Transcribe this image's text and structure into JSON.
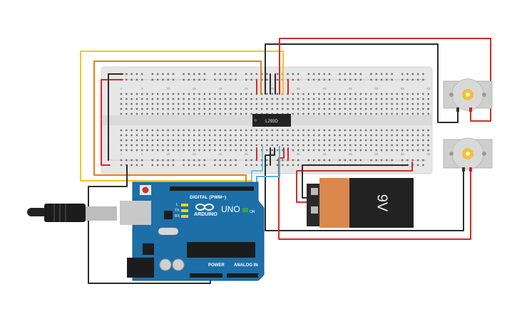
{
  "breadboard": {
    "columns_top": [
      "1",
      "5",
      "10",
      "15",
      "20",
      "25",
      "30",
      "35",
      "40",
      "45",
      "50",
      "55",
      "60"
    ],
    "columns_bottom": [
      "1",
      "5",
      "10",
      "15",
      "20",
      "25",
      "30",
      "35",
      "40",
      "45",
      "50",
      "55",
      "60"
    ],
    "rows_top": [
      "j",
      "i",
      "h",
      "g",
      "f"
    ],
    "rows_bottom": [
      "e",
      "d",
      "c",
      "b",
      "a"
    ]
  },
  "ic": {
    "label": "L293D"
  },
  "battery": {
    "label": "9V"
  },
  "arduino": {
    "brand": "ARDUINO",
    "model": "UNO",
    "digital_label": "DIGITAL (PWM~)",
    "power_label": "POWER",
    "analog_label": "ANALOG IN",
    "on_label": "ON",
    "tx_label": "TX",
    "rx_label": "RX",
    "l_label": "L"
  },
  "colors": {
    "wire_red": "#d42a2a",
    "wire_black": "#2b2b2b",
    "wire_yellow": "#f2c623",
    "wire_orange": "#e4801a",
    "wire_cyan": "#4cb8d8",
    "board_blue": "#1d6fa8",
    "breadboard": "#e6e6e6"
  }
}
